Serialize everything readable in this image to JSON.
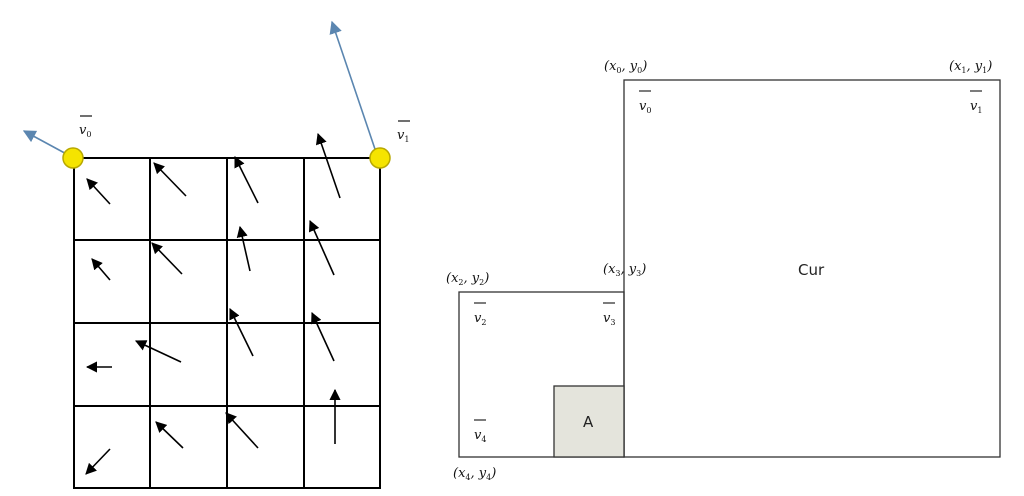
{
  "left_diagram": {
    "vector_labels": [
      {
        "base": "v",
        "sub": "0"
      },
      {
        "base": "v",
        "sub": "1"
      }
    ],
    "colors": {
      "node_fill": "#f5e400",
      "node_stroke": "#b8a800",
      "long_arrow": "#5b86b0",
      "arrow": "#000000"
    }
  },
  "right_diagram": {
    "corner_labels": [
      {
        "a": "x",
        "b": "y",
        "sub": "0"
      },
      {
        "a": "x",
        "b": "y",
        "sub": "1"
      },
      {
        "a": "x",
        "b": "y",
        "sub": "2"
      },
      {
        "a": "x",
        "b": "y",
        "sub": "3"
      },
      {
        "a": "x",
        "b": "y",
        "sub": "4"
      }
    ],
    "vector_labels": [
      {
        "base": "v",
        "sub": "0"
      },
      {
        "base": "v",
        "sub": "1"
      },
      {
        "base": "v",
        "sub": "2"
      },
      {
        "base": "v",
        "sub": "3"
      },
      {
        "base": "v",
        "sub": "4"
      }
    ],
    "cur_label": "Cur",
    "a_label": "A",
    "colors": {
      "a_fill": "#e4e4dc"
    }
  }
}
